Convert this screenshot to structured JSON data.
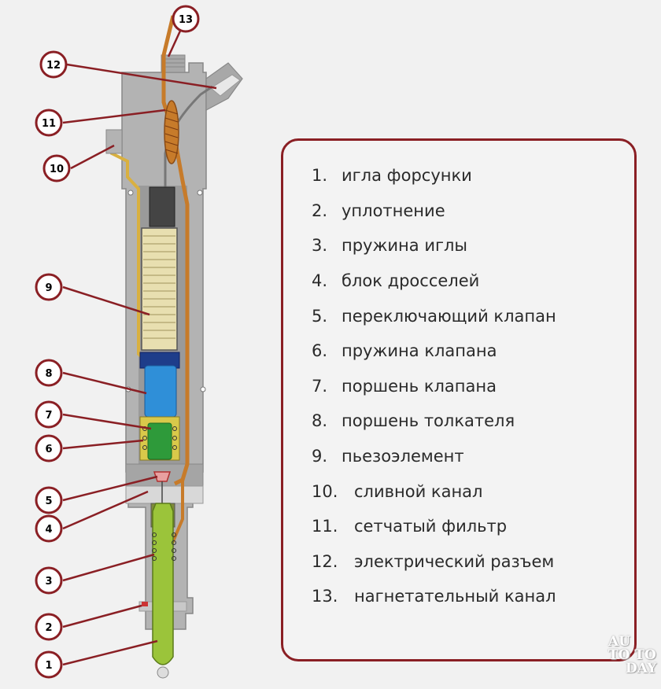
{
  "callouts": [
    "1",
    "2",
    "3",
    "4",
    "5",
    "6",
    "7",
    "8",
    "9",
    "10",
    "11",
    "12",
    "13"
  ],
  "legend": [
    {
      "num": "1.",
      "text": "игла форсунки"
    },
    {
      "num": "2.",
      "text": "уплотнение"
    },
    {
      "num": "3.",
      "text": "пружина иглы"
    },
    {
      "num": "4.",
      "text": "блок дросселей"
    },
    {
      "num": "5.",
      "text": "переключающий клапан"
    },
    {
      "num": "6.",
      "text": "пружина клапана"
    },
    {
      "num": "7.",
      "text": "поршень клапана"
    },
    {
      "num": "8.",
      "text": "поршень толкателя"
    },
    {
      "num": "9.",
      "text": "пьезоэлемент"
    },
    {
      "num": "10.",
      "text": "сливной канал"
    },
    {
      "num": "11.",
      "text": "сетчатый фильтр"
    },
    {
      "num": "12.",
      "text": "электрический разъем"
    },
    {
      "num": "13.",
      "text": "нагнетательный канал"
    }
  ],
  "watermark": {
    "line1": "AU",
    "line2": "TO TO",
    "line3": "DAY"
  },
  "colors": {
    "accent": "#8a1f24",
    "body": "#b3b3b3",
    "needle": "#9bc43a",
    "piezo": "#e8dfb0",
    "piston": "#2f8fd8",
    "valve": "#2e9a3a",
    "channel": "#c77b2a"
  }
}
